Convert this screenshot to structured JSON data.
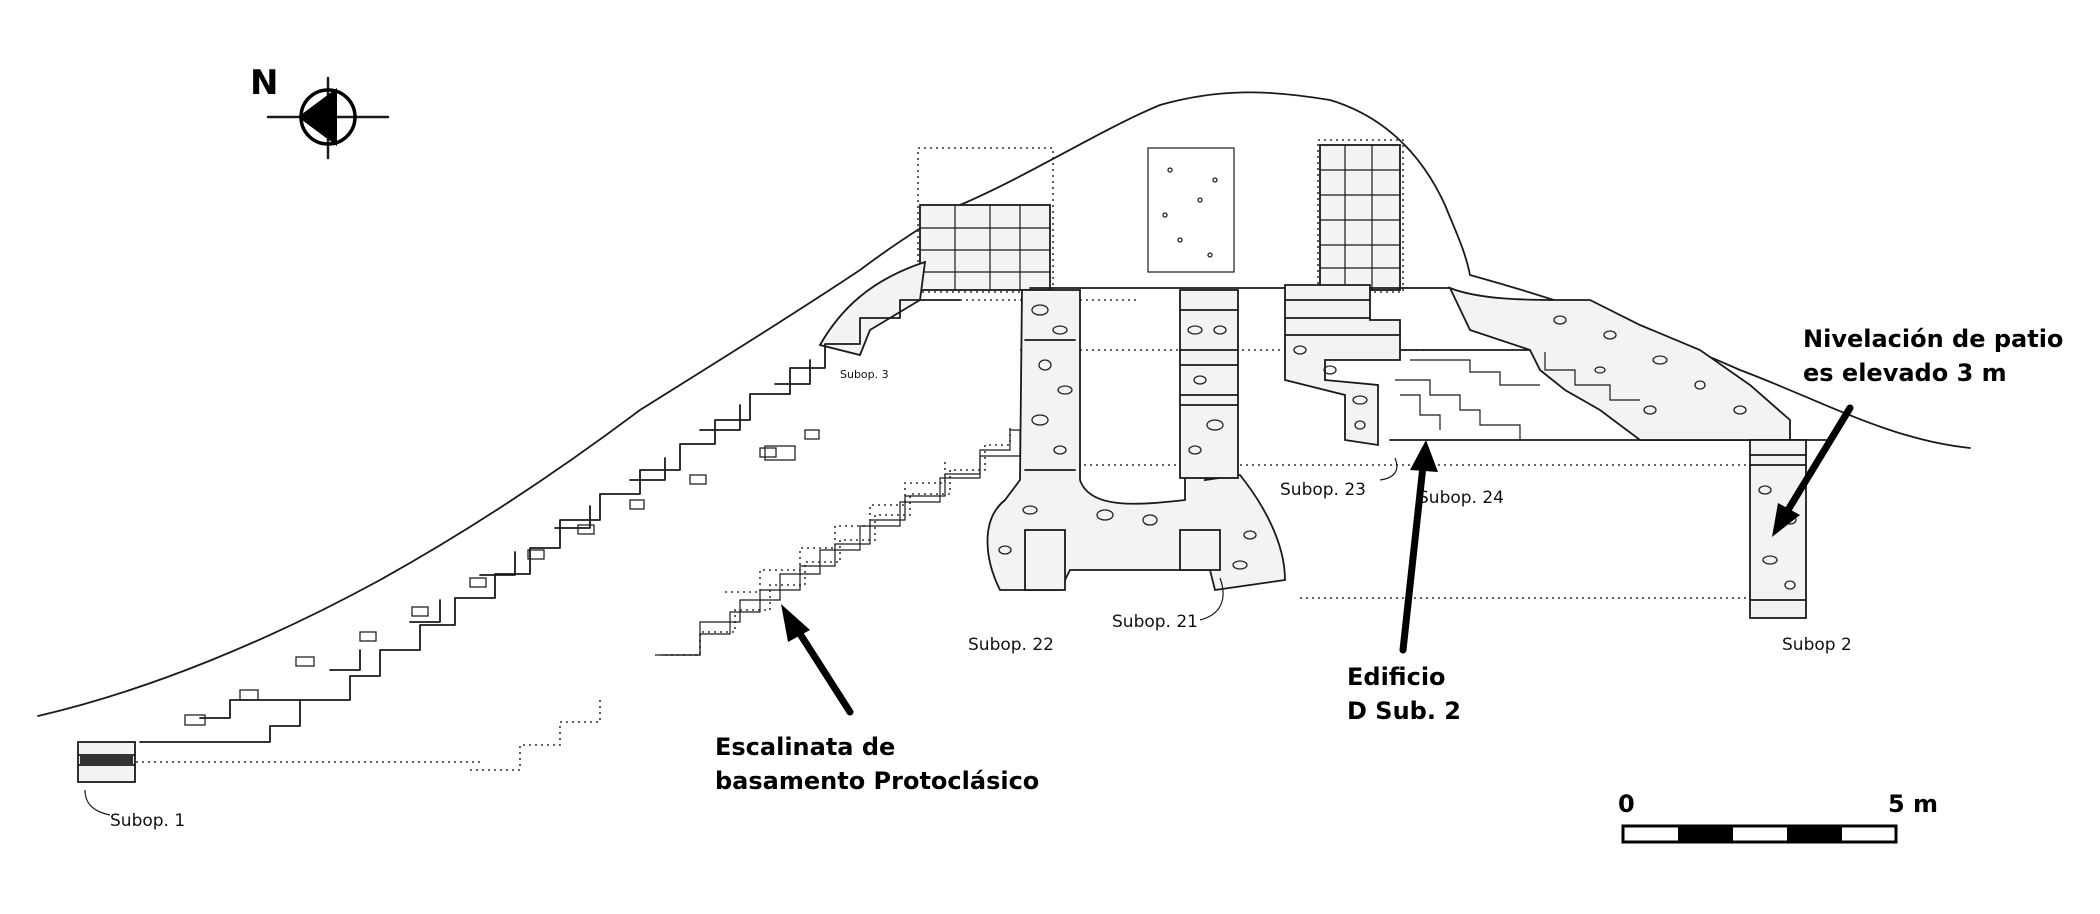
{
  "compass": {
    "label": "N"
  },
  "labels": {
    "subop1": "Subop. 1",
    "subop22": "Subop. 22",
    "subop21": "Subop. 21",
    "subop23": "Subop. 23",
    "subop24": "Subop. 24",
    "subop2": "Subop 2",
    "subop3": "Subop. 3"
  },
  "annotations": {
    "escalinata_line1": "Escalinata de",
    "escalinata_line2": "basamento Protoclásico",
    "edificio_line1": "Edificio",
    "edificio_line2": "D Sub. 2",
    "nivelacion_line1": "Nivelación de patio",
    "nivelacion_line2": "es elevado 3 m"
  },
  "scale_bar": {
    "start_label": "0",
    "end_label": "5 m",
    "segments": 5
  }
}
